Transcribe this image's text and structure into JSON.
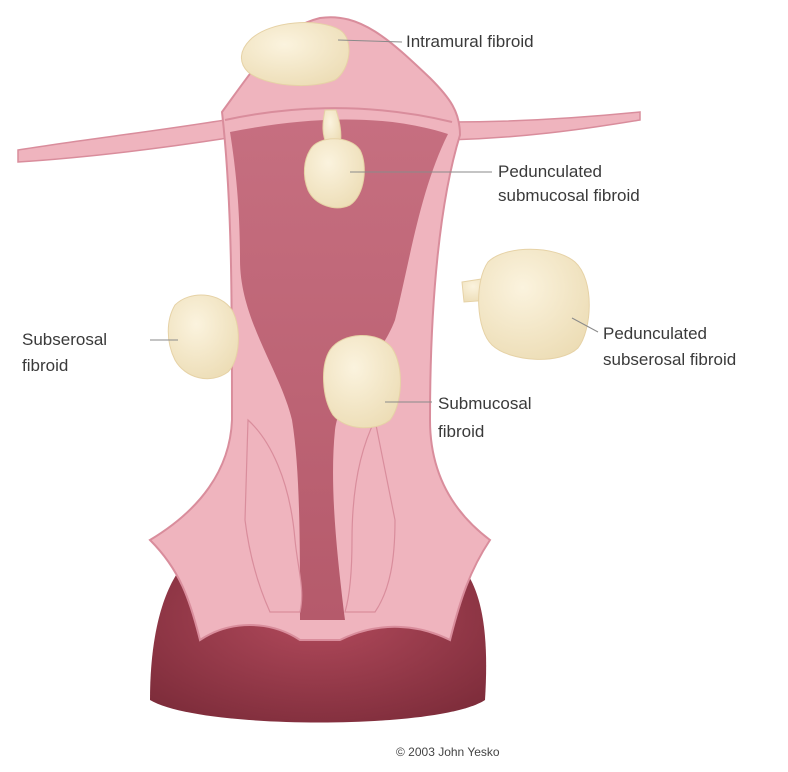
{
  "labels": {
    "intramural": "Intramural fibroid",
    "pedunculated_submucosal_1": "Pedunculated",
    "pedunculated_submucosal_2": "submucosal fibroid",
    "subserosal_1": "Subserosal",
    "subserosal_2": "fibroid",
    "pedunculated_subserosal_1": "Pedunculated",
    "pedunculated_subserosal_2": "subserosal fibroid",
    "submucosal_1": "Submucosal",
    "submucosal_2": "fibroid"
  },
  "credit": "© 2003 John Yesko",
  "colors": {
    "tissue": "#efb4be",
    "tissue_edge": "#d98d9c",
    "cavity": "#c46f7e",
    "cavity_dark": "#9c3f4e",
    "fibroid": "#f7e9c9",
    "fibroid_edge": "#e6d2a6",
    "leader": "#8a8a8a"
  }
}
